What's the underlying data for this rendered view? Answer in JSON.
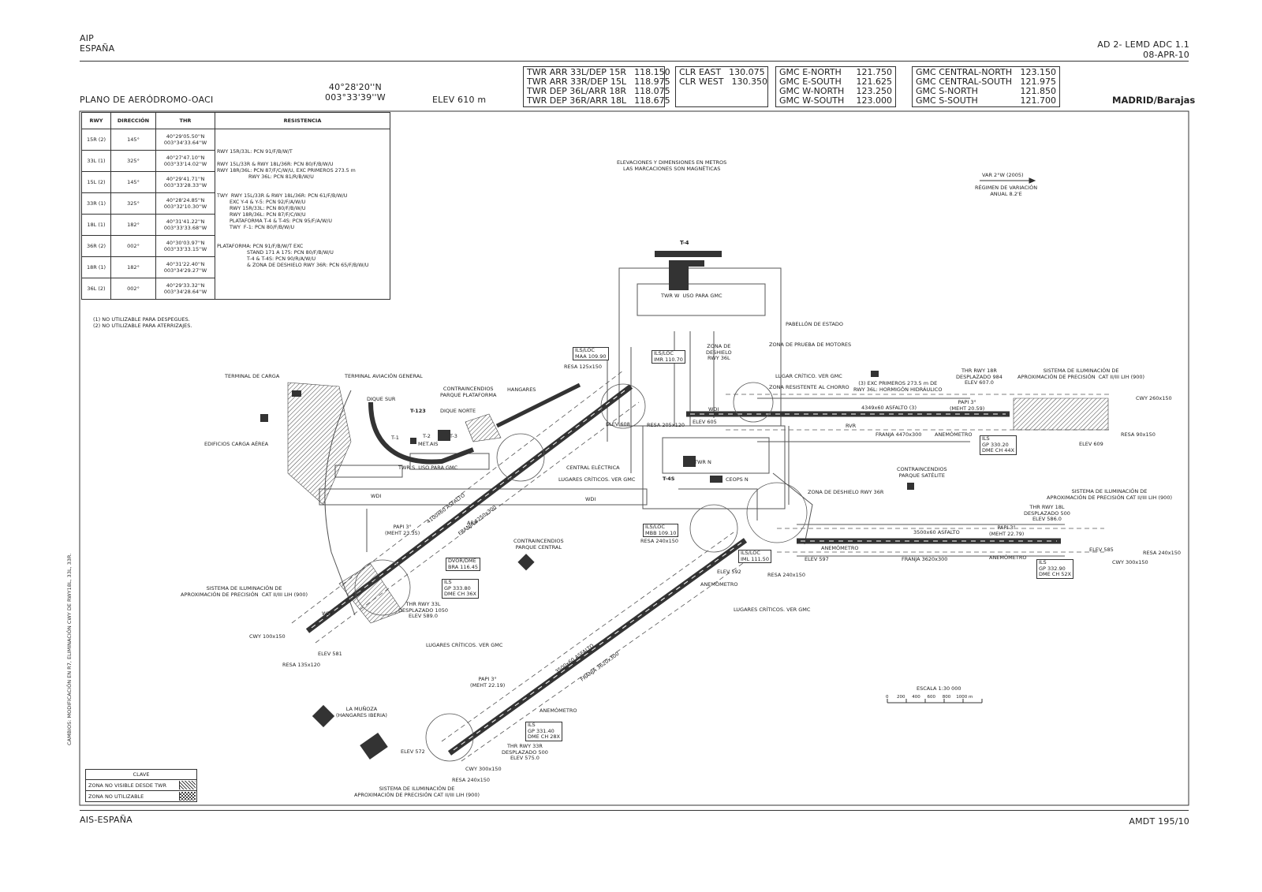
{
  "header": {
    "aip": "AIP",
    "country": "ESPAÑA",
    "chart_ref": "AD 2- LEMD ADC 1.1",
    "chart_date": "08-APR-10",
    "chart_title": "PLANO DE AERÓDROMO-OACI",
    "lat": "40°28'20''N",
    "lon": "003°33'39''W",
    "elev": "ELEV 610 m",
    "airport": "MADRID/Barajas"
  },
  "freq_boxes": [
    {
      "rows": [
        [
          "TWR ARR 33L/DEP 15R",
          "118.150"
        ],
        [
          "TWR ARR 33R/DEP 15L",
          "118.975"
        ],
        [
          "TWR DEP 36L/ARR 18R",
          "118.075"
        ],
        [
          "TWR DEP 36R/ARR 18L",
          "118.675"
        ]
      ]
    },
    {
      "rows": [
        [
          "CLR EAST",
          "130.075"
        ],
        [
          "CLR WEST",
          "130.350"
        ]
      ]
    },
    {
      "rows": [
        [
          "GMC E-NORTH",
          "121.750"
        ],
        [
          "GMC E-SOUTH",
          "121.625"
        ],
        [
          "GMC W-NORTH",
          "123.250"
        ],
        [
          "GMC W-SOUTH",
          "123.000"
        ]
      ]
    },
    {
      "rows": [
        [
          "GMC CENTRAL-NORTH",
          "123.150"
        ],
        [
          "GMC CENTRAL-SOUTH",
          "121.975"
        ],
        [
          "GMC S-NORTH",
          "121.850"
        ],
        [
          "GMC S-SOUTH",
          "121.700"
        ]
      ]
    }
  ],
  "table": {
    "headers": [
      "RWY",
      "DIRECCIÓN",
      "THR",
      "RESISTENCIA"
    ],
    "rows": [
      [
        "15R (2)",
        "145°",
        "40°29'05.50''N\n003°34'33.64''W"
      ],
      [
        "33L (1)",
        "325°",
        "40°27'47.10''N\n003°33'14.02''W"
      ],
      [
        "15L (2)",
        "145°",
        "40°29'41.71''N\n003°33'28.33''W"
      ],
      [
        "33R (1)",
        "325°",
        "40°28'24.85''N\n003°32'10.30''W"
      ],
      [
        "18L (1)",
        "182°",
        "40°31'41.22''N\n003°33'33.68''W"
      ],
      [
        "36R (2)",
        "002°",
        "40°30'03.97''N\n003°33'33.15''W"
      ],
      [
        "18R (1)",
        "182°",
        "40°31'22.40''N\n003°34'29.27''W"
      ],
      [
        "36L (2)",
        "002°",
        "40°29'33.32''N\n003°34'28.64''W"
      ]
    ],
    "resistencia": "\n\n\nRWY 15R/33L: PCN 91/F/B/W/T\n\nRWY 15L/33R & RWY 18L/36R: PCN 80/F/B/W/U\nRWY 18R/36L: PCN 87/F/C/W/U, EXC PRIMEROS 273.5 m\n                    RWY 36L: PCN 81/R/B/W/U\n\n\nTWY  RWY 15L/33R & RWY 18L/36R: PCN 61/F/B/W/U\n        EXC Y-4 & Y-5: PCN 92/F/A/W/U\n        RWY 15R/33L: PCN 80/F/B/W/U\n        RWY 18R/36L: PCN 87/F/C/W/U\n        PLATAFORMA T-4 & T-4S: PCN 95/F/A/W/U\n        TWY  F-1: PCN 80/F/B/W/U\n\n\nPLATAFORMA: PCN 91/F/B/W/T EXC\n                   STAND 171 A 175: PCN 80/F/B/W/U\n                   T-4 & T-4S: PCN 90/R/A/W/U\n                   & ZONA DE DESHIELO RWY 36R: PCN 65/F/B/W/U",
    "notes": [
      "(1) NO UTILIZABLE PARA DESPEGUES.",
      "(2) NO UTILIZABLE PARA ATERRIZAJES."
    ]
  },
  "labels": {
    "elev_note": "ELEVACIONES Y DIMENSIONES EN METROS\nLAS MARCACIONES SON MAGNÉTICAS",
    "var": "VAR 2°W (2005)",
    "var_regimen": "RÉGIMEN DE VARIACIÓN\nANUAL 8.2'E",
    "t4": "T-4",
    "twr_w": "TWR W  USO PARA GMC",
    "pabellon": "PABELLÓN DE ESTADO",
    "prueba_motores": "ZONA DE PRUEBA DE MOTORES",
    "zona_deshielo_36l": "ZONA DE\nDESHIELO\nRWY 36L",
    "ils_maa": "ILS/LOC\nMAA 109.90",
    "ils_imr": "ILS/LOC\nIMR 110.70",
    "resa_125": "RESA 125x150",
    "lugar_critico": "LUGAR CRÍTICO. VER GMC",
    "zona_resistente": "ZONA RESISTENTE AL CHORRO",
    "exc_note": "(3) EXC PRIMEROS 273.5 m DE\nRWY 36L: HORMIGÓN HIDRÁULICO",
    "thr_18r": "THR RWY 18R\nDESPLAZADO 984\nELEV 607.0",
    "sist_18r": "SISTEMA DE ILUMINACIÓN DE\nAPROXIMACIÓN DE PRECISIÓN  CAT II/III LIH (900)",
    "cwy_260": "CWY 260x150",
    "resa_90": "RESA 90x150",
    "elev_609": "ELEV 609",
    "rwy_36l_dim": "4349x60 ASFALTO (3)",
    "papi_36l": "PAPI 3°\n(MEHT 20.59)",
    "franja_4470": "FRANJA 4470x300",
    "anemometro": "ANEMÓMETRO",
    "ils_gp330": "ILS\nGP 330.20\nDME CH 44X",
    "terminal_carga": "TERMINAL DE CARGA",
    "terminal_aviacion": "TERMINAL AVIACIÓN GENERAL",
    "dique_sur": "DIQUE SUR",
    "contraincendios_plat": "CONTRAINCENDIOS\nPARQUE PLATAFORMA",
    "hangares": "HANGARES",
    "t123": "T-123",
    "dique_norte": "DIQUE NORTE",
    "t1": "T-1",
    "t2": "T-2",
    "t3": "T-3",
    "met_ais": "MET.AIS",
    "edificios_carga": "EDIFICIOS CARGA AÉREA",
    "twr_s": "TWR S  USO PARA GMC",
    "central_electrica": "CENTRAL ELÉCTRICA",
    "lugares_criticos": "LUGARES CRÍTICOS. VER GMC",
    "twr_n": "TWR N",
    "t4s": "T-4S",
    "ceops": "CEOPS N",
    "elev_605": "ELEV 605",
    "elev_608": "ELEV 608",
    "resa_205": "RESA 205x120",
    "contraincendios_sat": "CONTRAINCENDIOS\nPARQUE SATÉLITE",
    "zona_deshielo_36r": "ZONA DE DESHIELO RWY 36R",
    "sist_18l": "SISTEMA DE ILUMINACIÓN DE\nAPROXIMACIÓN DE PRECISIÓN CAT II/III LIH (900)",
    "thr_18l": "THR RWY 18L\nDESPLAZADO 500\nELEV 586.0",
    "papi_36r": "PAPI 3°\n(MEHT 22.79)",
    "rwy_36r_dim": "3500x60 ASFALTO",
    "franja_3620": "FRANJA 3620x300",
    "elev_597": "ELEV 597",
    "elev_585": "ELEV 585",
    "resa_240_r": "RESA 240x150",
    "cwy_300_r": "CWY 300x150",
    "ils_gp332": "ILS\nGP 332.90\nDME CH 52X",
    "ils_mbb": "ILS/LOC\nMBB 109.10",
    "resa_240_c": "RESA 240x150",
    "ils_iml": "ILS/LOC\nIML 111.50",
    "elev_592": "ELEV 592",
    "contraincendios_central": "CONTRAINCENDIOS\nPARQUE CENTRAL",
    "papi_33l": "PAPI 3°\n(MEHT 23.35)",
    "rwy_33l_dim": "4100x60 ASFALTO",
    "franja_4250": "FRANJA 4250x300",
    "arp": "ARP",
    "dvor": "DVOR/DME\nBRA 116.45",
    "ils_gp333": "ILS\nGP 333.80\nDME CH 36X",
    "sist_33l": "SISTEMA DE ILUMINACIÓN DE\nAPROXIMACIÓN DE PRECISIÓN  CAT II/III LIH (900)",
    "thr_33l": "THR RWY 33L\nDESPLAZADO 1050\nELEV 589.0",
    "cwy_100": "CWY 100x150",
    "elev_581": "ELEV 581",
    "resa_135": "RESA 135x120",
    "lugares_criticos_2": "LUGARES CRÍTICOS. VER GMC",
    "lugares_criticos_3": "LUGARES CRÍTICOS. VER GMC",
    "rwy_33r_dim": "3500x60 ASFALTO",
    "franja_3620b": "FRANJA 3620x300",
    "papi_33r": "PAPI 3°\n(MEHT 22.19)",
    "la_munoza": "LA MUÑOZA\n(HANGARES IBERIA)",
    "elev_572": "ELEV 572",
    "ils_gp331": "ILS\nGP 331.40\nDME CH 28X",
    "thr_33r": "THR RWY 33R\nDESPLAZADO 500\nELEV 575.0",
    "cwy_300_s": "CWY 300x150",
    "resa_240_s": "RESA 240x150",
    "sist_33r": "SISTEMA DE ILUMINACIÓN DE\nAPROXIMACIÓN DE PRECISIÓN CAT II/III LIH (900)",
    "escala": "ESCALA 1:30 000",
    "escala_ticks": "0      200     400     600     800    1000 m",
    "wdi": "WDI",
    "rvr": "RVR"
  },
  "key": {
    "title": "CLAVE",
    "rows": [
      "ZONA NO VISIBLE DESDE TWR",
      "ZONA NO UTILIZABLE"
    ]
  },
  "side_note": "CAMBIOS: MODIFICACIÓN EN R7, ELIMINACIÓN CWY DE RWY18L, 33L, 33R.",
  "footer": {
    "left": "AIS-ESPAÑA",
    "right": "AMDT 195/10"
  }
}
